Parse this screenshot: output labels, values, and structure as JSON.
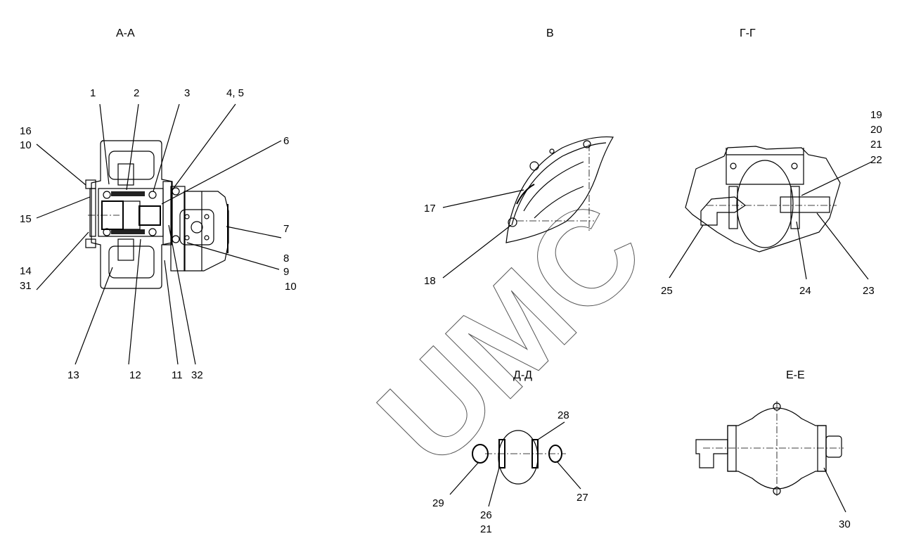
{
  "watermark": "UMC",
  "views": {
    "aa": {
      "title": "А-А"
    },
    "b": {
      "title": "В"
    },
    "gg": {
      "title": "Г-Г"
    },
    "dd": {
      "title": "Д-Д"
    },
    "ee": {
      "title": "Е-Е"
    }
  },
  "labels": {
    "aa": {
      "l1": "1",
      "l2": "2",
      "l3": "3",
      "l45": "4, 5",
      "l6": "6",
      "l7": "7",
      "l8": "8",
      "l9": "9",
      "l10b": "10",
      "l16": "16",
      "l10a": "10",
      "l15": "15",
      "l14": "14",
      "l31": "31",
      "l13": "13",
      "l12": "12",
      "l11": "11",
      "l32": "32"
    },
    "b": {
      "l17": "17",
      "l18": "18"
    },
    "gg": {
      "l19": "19",
      "l20": "20",
      "l21": "21",
      "l22": "22",
      "l25": "25",
      "l24": "24",
      "l23": "23"
    },
    "dd": {
      "l28": "28",
      "l29": "29",
      "l26": "26",
      "l21": "21",
      "l27": "27"
    },
    "ee": {
      "l30": "30"
    }
  }
}
